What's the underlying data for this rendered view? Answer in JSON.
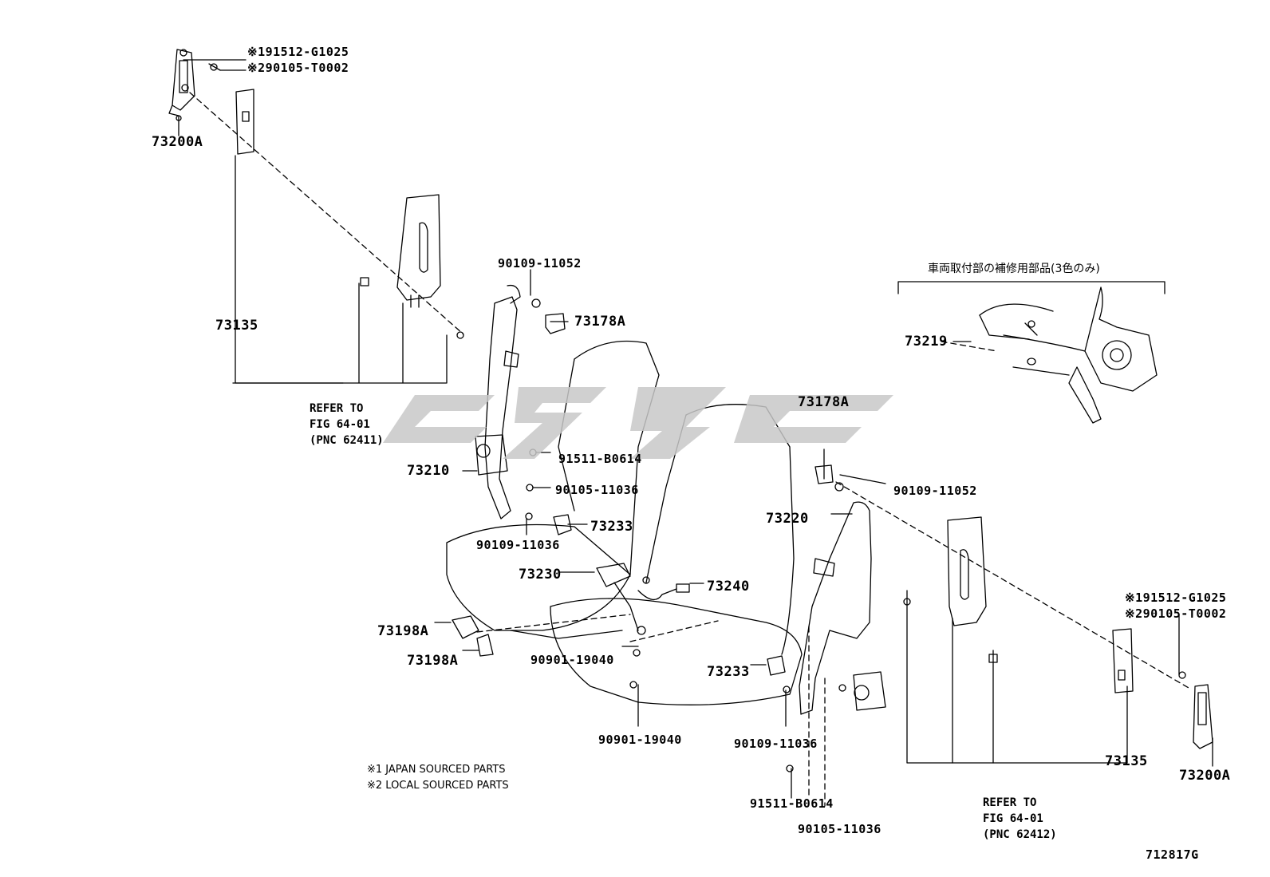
{
  "labels": {
    "p_91512_tl": "※191512-G1025",
    "p_90105_tl": "※290105-T0002",
    "p_73200A_l": "73200A",
    "p_73135_l": "73135",
    "p_90109_11052_l": "90109-11052",
    "p_73178A_l": "73178A",
    "p_91511_l": "91511-B0614",
    "p_73210": "73210",
    "p_90105_11036_l": "90105-11036",
    "p_90109_11036_l": "90109-11036",
    "p_73233_l": "73233",
    "p_73230": "73230",
    "p_73240": "73240",
    "p_73198A_1": "73198A",
    "p_73198A_2": "73198A",
    "p_90901_1": "90901-19040",
    "p_90901_2": "90901-19040",
    "p_73233_r": "73233",
    "p_73178A_r": "73178A",
    "p_90109_11052_r": "90109-11052",
    "p_73220": "73220",
    "p_90109_11036_r": "90109-11036",
    "p_91511_r": "91511-B0614",
    "p_90105_11036_r": "90105-11036",
    "p_91512_br": "※191512-G1025",
    "p_90105_br": "※290105-T0002",
    "p_73135_r": "73135",
    "p_73200A_r": "73200A",
    "p_73219": "73219",
    "jp_caption": "車両取付部の補修用部品(3色のみ)",
    "figure_code": "712817G"
  },
  "refs": {
    "left": [
      "REFER TO",
      "FIG 64-01",
      "(PNC 62411)"
    ],
    "right": [
      "REFER TO",
      "FIG 64-01",
      "(PNC 62412)"
    ]
  },
  "notes": [
    "※1 JAPAN SOURCED PARTS",
    "※2 LOCAL SOURCED PARTS"
  ],
  "colors": {
    "line": "#000000",
    "watermark": "#c8c8c8"
  }
}
